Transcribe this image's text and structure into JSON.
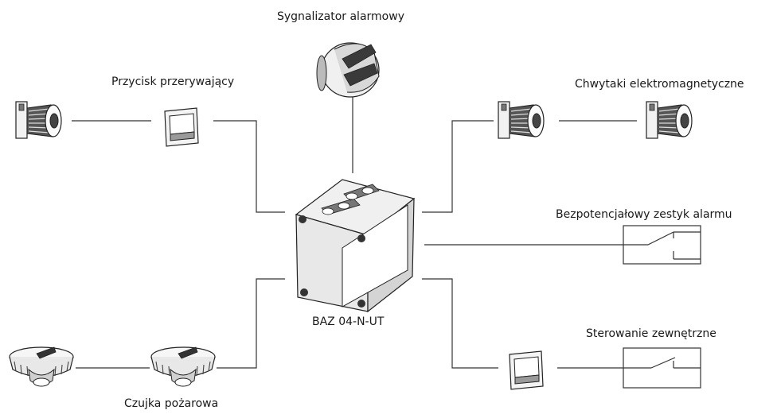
{
  "labels": {
    "siren": "Sygnalizator alarmowy",
    "button": "Przycisk przerywający",
    "magnets": "Chwytaki elektromagnetyczne",
    "contact": "Bezpotencjałowy zestyk alarmu",
    "control": "Sterowanie zewnętrzne",
    "panel": "BAZ 04-N-UT",
    "detector": "Czujka pożarowa"
  },
  "colors": {
    "line": "#333333",
    "device_dark": "#2b2b2b",
    "device_mid": "#8a8a8a",
    "device_light": "#e6e6e6"
  }
}
